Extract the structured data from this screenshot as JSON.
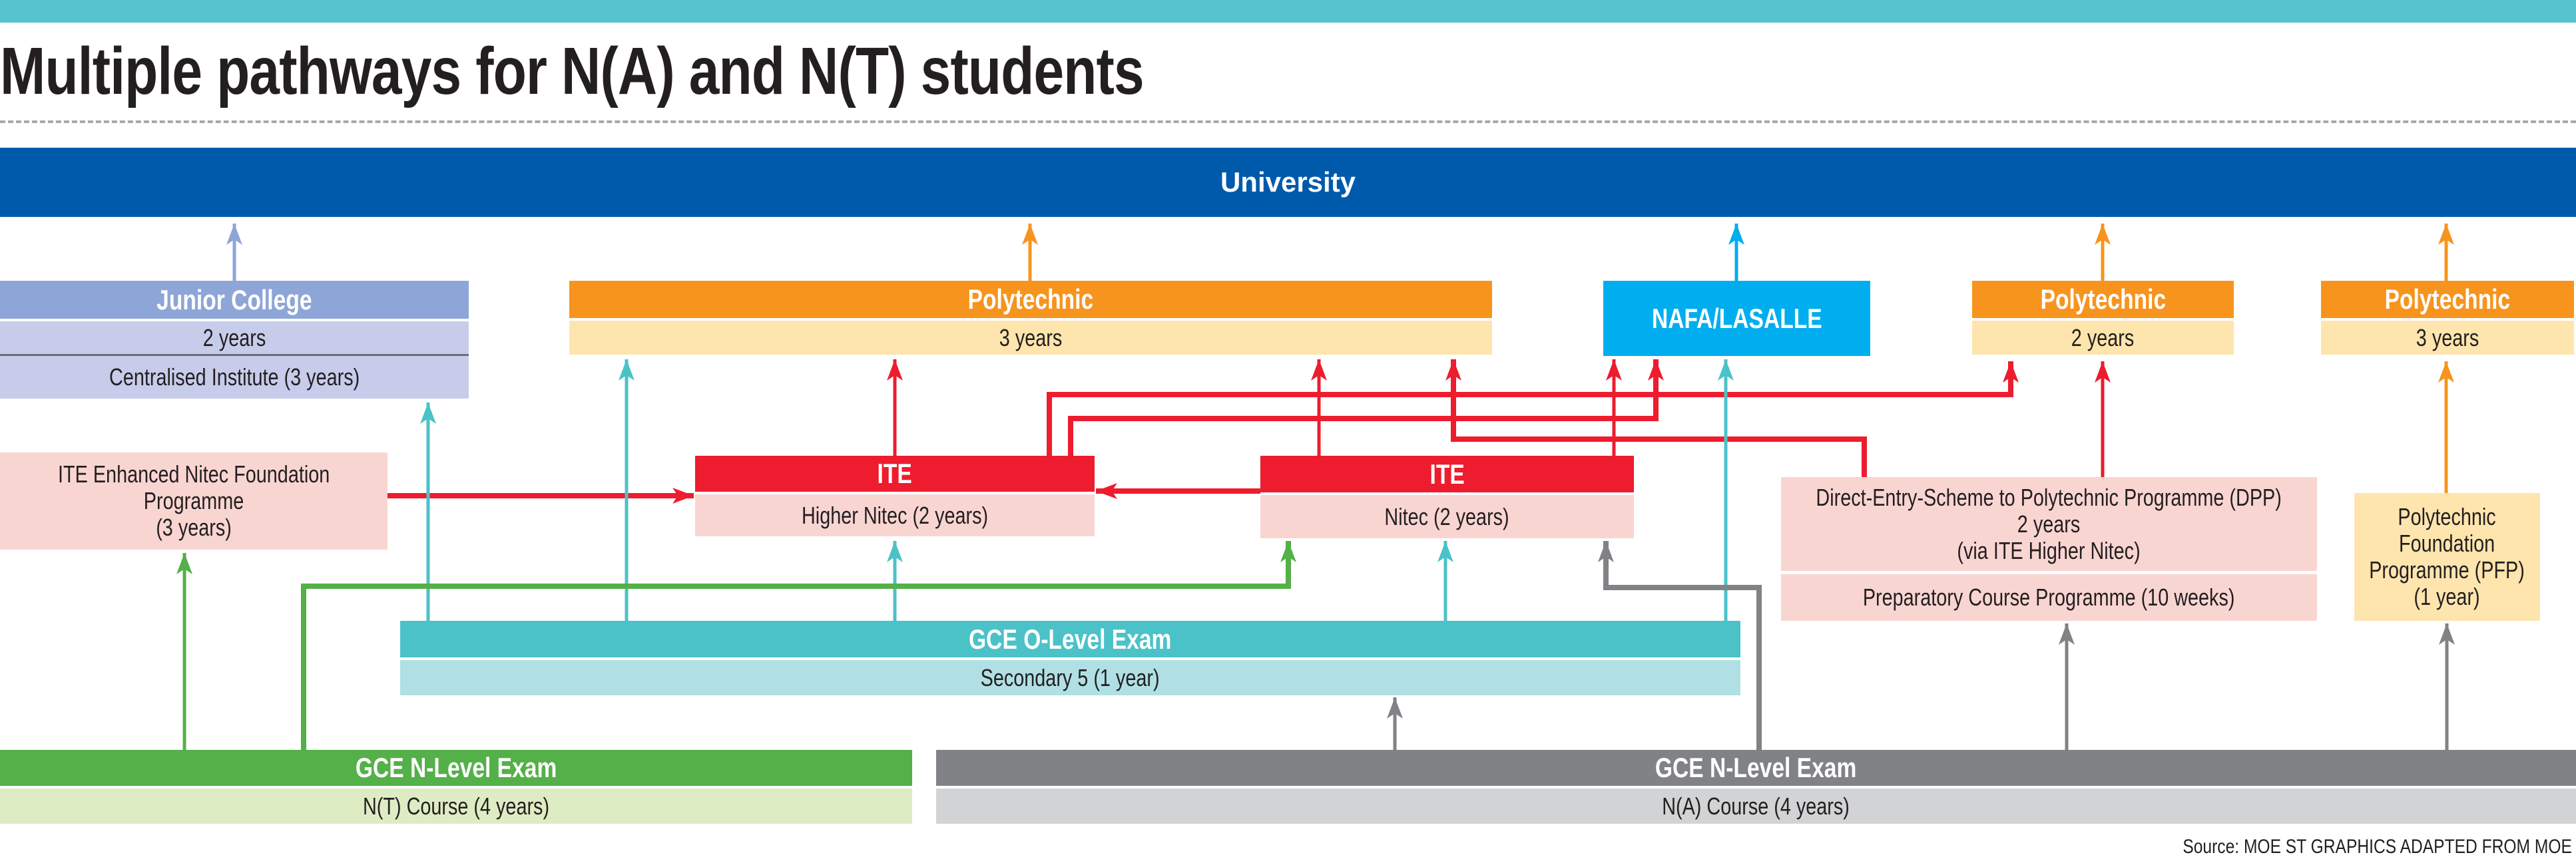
{
  "title": "Multiple pathways for N(A) and N(T) students",
  "colors": {
    "top_bar": "#56c3cf",
    "university": "#005aab",
    "junior_college": "#8ea5d7",
    "junior_college_light": "#c7cceb",
    "polytechnic": "#f7941e",
    "polytechnic_light": "#fee5ad",
    "nafa_lasalle": "#00aeef",
    "ite": "#ed1c2e",
    "ite_light": "#f9d5d2",
    "o_level": "#4bc2c8",
    "o_level_light": "#b0e0e4",
    "nt_exam": "#54b048",
    "nt_light": "#deecc4",
    "na_exam": "#808285",
    "na_light": "#d1d3d4"
  },
  "university": {
    "label": "University"
  },
  "junior_college": {
    "title": "Junior College",
    "rows": [
      "2 years",
      "Centralised Institute (3 years)"
    ]
  },
  "polytechnic_main": {
    "title": "Polytechnic",
    "duration": "3 years"
  },
  "nafa_lasalle": {
    "label": "NAFA/LASALLE"
  },
  "polytechnic_2yr": {
    "title": "Polytechnic",
    "duration": "2 years"
  },
  "polytechnic_3yr": {
    "title": "Polytechnic",
    "duration": "3 years"
  },
  "ite_enhanced": {
    "lines": [
      "ITE Enhanced Nitec Foundation",
      "Programme",
      "(3 years)"
    ]
  },
  "ite_higher_nitec": {
    "title": "ITE",
    "subtitle": "Higher Nitec (2 years)"
  },
  "ite_nitec": {
    "title": "ITE",
    "subtitle": "Nitec (2 years)"
  },
  "dpp": {
    "lines": [
      "Direct-Entry-Scheme to Polytechnic Programme (DPP)",
      "2 years",
      "(via ITE Higher Nitec)"
    ],
    "preparatory": "Preparatory Course Programme (10 weeks)"
  },
  "pfp": {
    "lines": [
      "Polytechnic",
      "Foundation",
      "Programme (PFP)",
      "(1 year)"
    ]
  },
  "o_level": {
    "title": "GCE O-Level Exam",
    "subtitle": "Secondary 5 (1 year)"
  },
  "n_level_nt": {
    "title": "GCE N-Level Exam",
    "subtitle": "N(T) Course (4 years)"
  },
  "n_level_na": {
    "title": "GCE N-Level Exam",
    "subtitle": "N(A) Course (4 years)"
  },
  "footer": {
    "source": "Source: MOE   ST GRAPHICS ADAPTED FROM MOE"
  }
}
